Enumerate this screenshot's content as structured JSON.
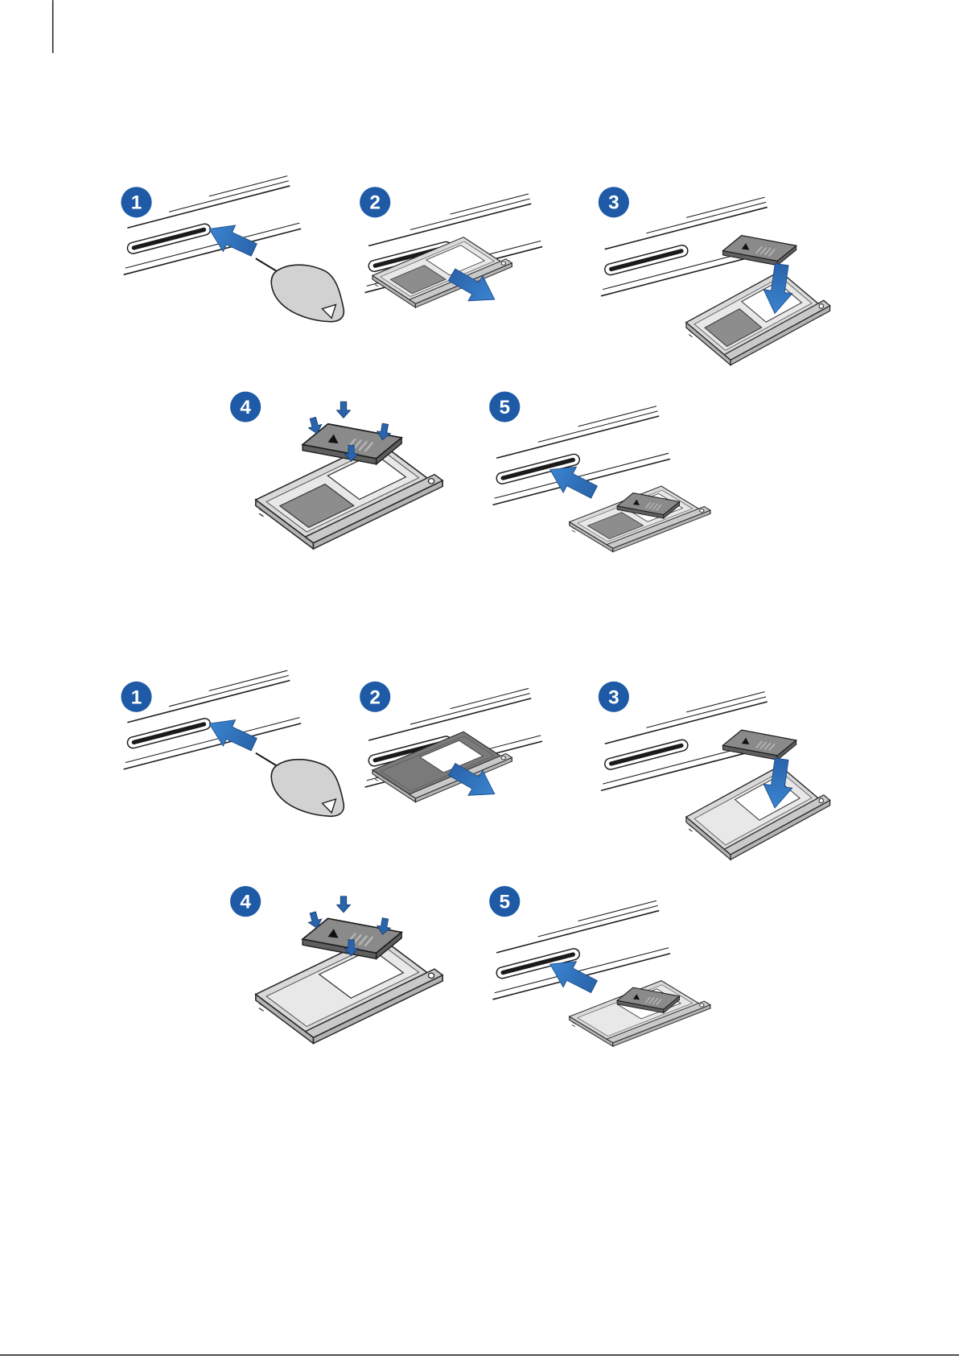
{
  "colors": {
    "step_badge": "#1e5aa6",
    "badge_text": "#ffffff",
    "arrow_dark": "#2a64ac",
    "arrow_light": "#3a84cf",
    "tray": "#d9d9d9",
    "card": "#8a8a8a"
  },
  "sections": [
    {
      "steps": [
        {
          "number": "1",
          "icons": [
            "device-edge-icon",
            "sim-ejection-pin-icon",
            "insert-arrow-icon"
          ]
        },
        {
          "number": "2",
          "icons": [
            "device-edge-icon",
            "card-tray-icon",
            "pull-arrow-icon"
          ]
        },
        {
          "number": "3",
          "icons": [
            "device-edge-icon",
            "microsd-card-icon",
            "card-tray-icon",
            "down-arrow-icon"
          ]
        },
        {
          "number": "4",
          "icons": [
            "card-tray-icon",
            "microsd-card-icon",
            "press-arrow-icon"
          ]
        },
        {
          "number": "5",
          "icons": [
            "device-edge-icon",
            "card-tray-icon",
            "insert-arrow-icon"
          ]
        }
      ]
    },
    {
      "steps": [
        {
          "number": "1",
          "icons": [
            "device-edge-icon",
            "sim-ejection-pin-icon",
            "insert-arrow-icon"
          ]
        },
        {
          "number": "2",
          "icons": [
            "device-edge-icon",
            "card-tray-icon",
            "pull-arrow-icon"
          ]
        },
        {
          "number": "3",
          "icons": [
            "device-edge-icon",
            "microsd-card-icon",
            "card-tray-icon",
            "down-arrow-icon"
          ]
        },
        {
          "number": "4",
          "icons": [
            "card-tray-icon",
            "microsd-card-icon",
            "press-arrow-icon"
          ]
        },
        {
          "number": "5",
          "icons": [
            "device-edge-icon",
            "card-tray-icon",
            "insert-arrow-icon"
          ]
        }
      ]
    }
  ]
}
